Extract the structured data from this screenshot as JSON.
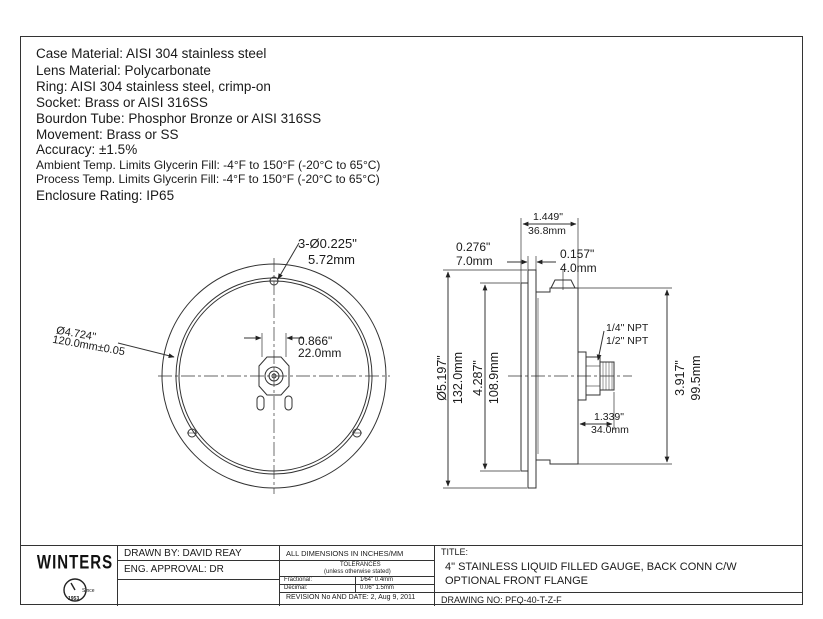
{
  "specs": {
    "case_material": "Case Material: AISI 304 stainless steel",
    "lens_material": "Lens Material: Polycarbonate",
    "ring": "Ring: AISI 304 stainless steel, crimp-on",
    "socket": "Socket: Brass or AISI 316SS",
    "bourdon_tube": "Bourdon Tube: Phosphor Bronze or AISI 316SS",
    "movement": "Movement: Brass or SS",
    "accuracy": "Accuracy: ±1.5%",
    "ambient_temp": "Ambient Temp. Limits Glycerin Fill: -4°F to 150°F (-20°C to 65°C)",
    "process_temp": "Process Temp. Limits Glycerin Fill: -4°F to 150°F (-20°C to 65°C)",
    "enclosure": "Enclosure Rating: IP65"
  },
  "front_view": {
    "holes_in": "3-Ø0.225\"",
    "holes_mm": "5.72mm",
    "dia_in": "Ø4.724\"",
    "dia_mm": "120.0mm±0.05",
    "hex_in": "0.866\"",
    "hex_mm": "22.0mm"
  },
  "side_view": {
    "depth_in": "1.449\"",
    "depth_mm": "36.8mm",
    "flange_in": "0.276\"",
    "flange_mm": "7.0mm",
    "lens_in": "0.157\"",
    "lens_mm": "4.0mm",
    "npt1": "1/4\" NPT",
    "npt2": "1/2\" NPT",
    "conn_in": "1.339\"",
    "conn_mm": "34.0mm",
    "flange_dia_in": "Ø5.197\"",
    "flange_dia_mm": "132.0mm",
    "case_in": "4.287\"",
    "case_mm": "108.9mm",
    "center_in": "3.917\"",
    "center_mm": "99.5mm"
  },
  "title_block": {
    "logo": "WINTERS",
    "since": "Since",
    "year": "1953",
    "drawn_by": "DRAWN BY: DAVID REAY",
    "eng_approval": "ENG. APPROVAL: DR",
    "dims_note": "ALL DIMENSIONS IN INCHES/MM",
    "tolerances": "TOLERANCES",
    "tolerances_note": "(unless otherwise stated)",
    "fractional": "Fractional:",
    "fractional_val": "1⁄64\" 0.4mm",
    "decimal": "Decimal:",
    "decimal_val": "0.06\" 1.5mm",
    "revision": "REVISION No AND DATE: 2, Aug 9, 2011",
    "title_label": "TITLE:",
    "title_line1": "4\" STAINLESS LIQUID FILLED GAUGE, BACK CONN C/W",
    "title_line2": "OPTIONAL FRONT FLANGE",
    "drawing_no": "DRAWING NO: PFQ-40-T-Z-F"
  }
}
